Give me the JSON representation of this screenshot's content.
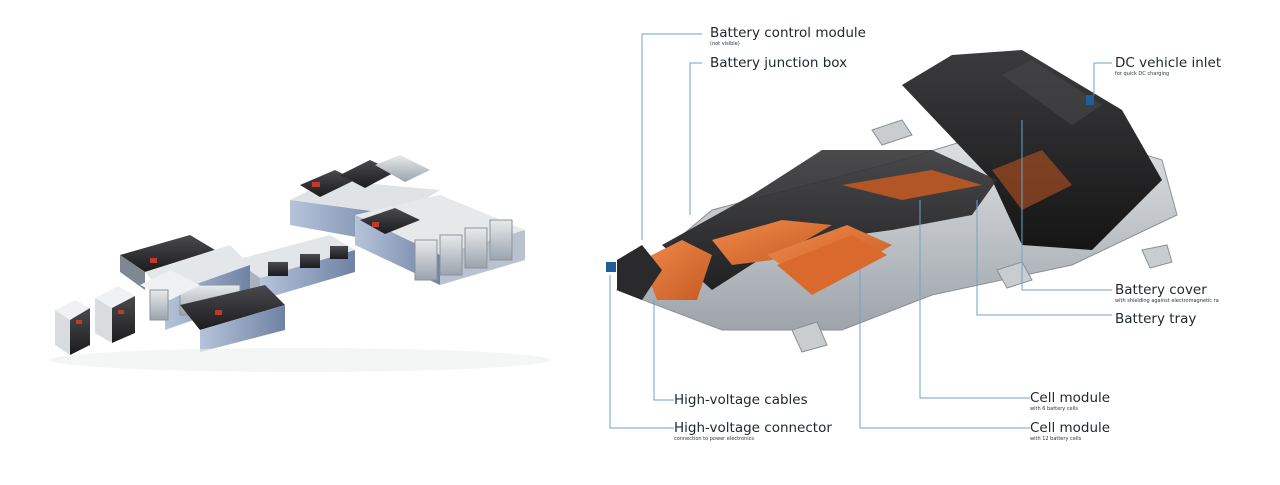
{
  "colors": {
    "leader_line": "#6fa3c8",
    "cell_orange": "#e5793a",
    "housing_dark": "#2b2b2b",
    "tray_silver": "#c8cacc"
  },
  "labels": {
    "battery_control_module": {
      "title": "Battery control module",
      "sub": "(not visible)"
    },
    "battery_junction_box": {
      "title": "Battery junction box"
    },
    "dc_vehicle_inlet": {
      "title": "DC vehicle inlet",
      "sub": "for quick DC charging"
    },
    "battery_cover": {
      "title": "Battery cover",
      "sub": "with shielding against electromagnetic ra"
    },
    "battery_tray": {
      "title": "Battery tray"
    },
    "high_voltage_cables": {
      "title": "High-voltage cables"
    },
    "high_voltage_connector": {
      "title": "High-voltage connector",
      "sub": "connection to power electronics"
    },
    "cell_module_6": {
      "title": "Cell module",
      "sub": "with 6 battery cells"
    },
    "cell_module_12": {
      "title": "Cell module",
      "sub": "with 12 battery cells"
    }
  }
}
